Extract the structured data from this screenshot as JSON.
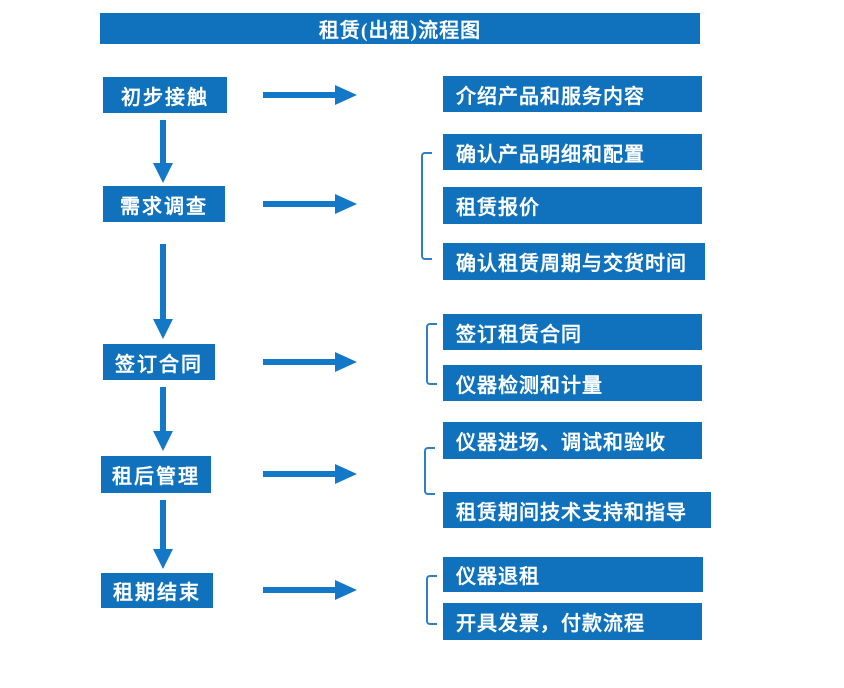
{
  "title": "租赁(出租)流程图",
  "colors": {
    "box_fill": "#1072BC",
    "arrow": "#1478C8",
    "bracket_line": "#2E7FC4",
    "text": "#FFFFFF",
    "background": "#FFFFFF"
  },
  "steps": [
    {
      "label": "初步接触",
      "details": [
        "介绍产品和服务内容"
      ]
    },
    {
      "label": "需求调查",
      "details": [
        "确认产品明细和配置",
        "租赁报价",
        "确认租赁周期与交货时间"
      ]
    },
    {
      "label": "签订合同",
      "details": [
        "签订租赁合同",
        "仪器检测和计量"
      ]
    },
    {
      "label": "租后管理",
      "details": [
        "仪器进场、调试和验收",
        "租赁期间技术支持和指导"
      ]
    },
    {
      "label": "租期结束",
      "details": [
        "仪器退租",
        "开具发票，付款流程"
      ]
    }
  ]
}
